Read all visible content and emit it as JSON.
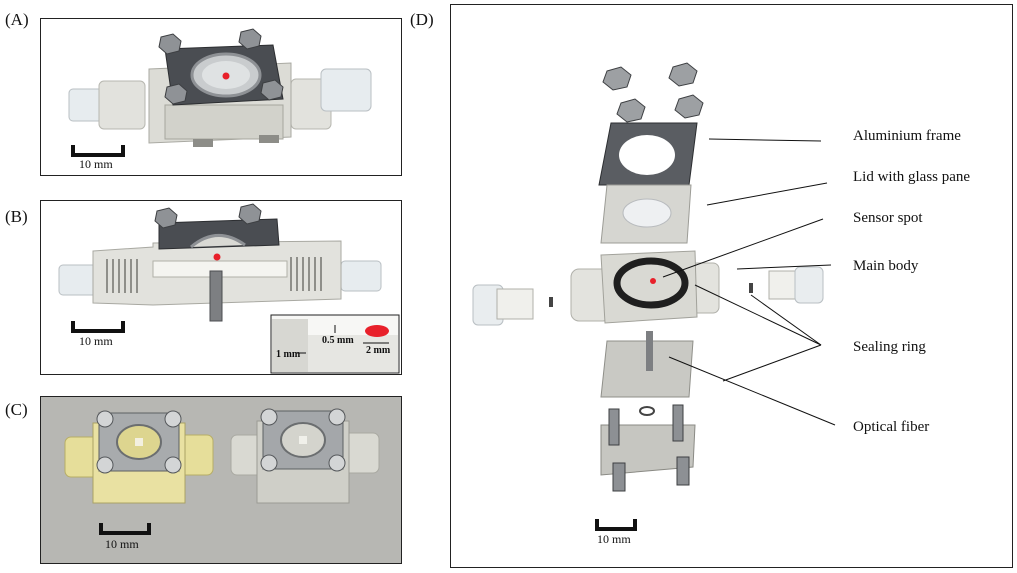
{
  "panels": {
    "a": {
      "letter": "(A)",
      "scale": "10 mm"
    },
    "b": {
      "letter": "(B)",
      "scale": "10 mm",
      "inset": {
        "dim_thickness": "0.5 mm",
        "dim_spot": "2 mm",
        "dim_wall": "1 mm"
      }
    },
    "c": {
      "letter": "(C)",
      "scale": "10 mm"
    },
    "d": {
      "letter": "(D)",
      "scale": "10 mm",
      "labels": {
        "frame": "Aluminium frame",
        "lid": "Lid with glass pane",
        "spot": "Sensor spot",
        "body": "Main body",
        "ring": "Sealing ring",
        "fiber": "Optical fiber"
      }
    }
  },
  "colors": {
    "sensor_spot": "#e8202a",
    "frame_dark": "#4a4d52",
    "plastic": "#d8d8d2",
    "photo_bg": "#b7b7b3"
  }
}
